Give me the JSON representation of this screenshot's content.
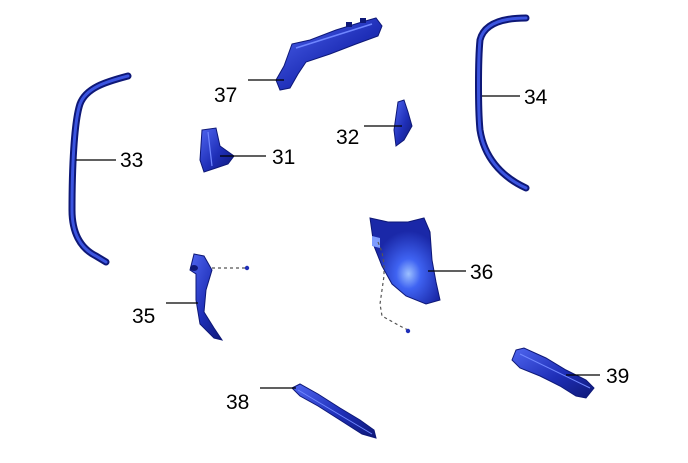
{
  "colors": {
    "part": "#1f2fb8",
    "part_dark": "#0e1877",
    "part_light": "#4f66f0",
    "highlight": "#8fb0ff",
    "leader": "#000000",
    "dashed": "#555555"
  },
  "callouts": {
    "p31": "31",
    "p32": "32",
    "p33": "33",
    "p34": "34",
    "p35": "35",
    "p36": "36",
    "p37": "37",
    "p38": "38",
    "p39": "39"
  }
}
